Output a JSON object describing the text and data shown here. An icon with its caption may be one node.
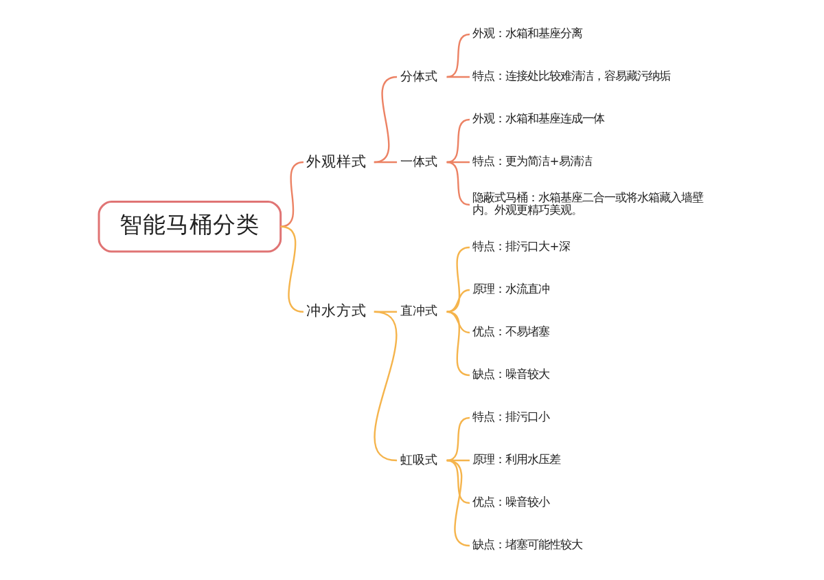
{
  "diagram": {
    "nodes": [
      {
        "text": [
          "智能马桶分类"
        ]
      },
      {
        "text": [
          "外观样式"
        ]
      },
      {
        "text": [
          "分体式"
        ]
      },
      {
        "text": [
          "外观：水箱和基座分离"
        ]
      },
      {
        "text": [
          "特点：连接处比较难清洁，容易藏污纳垢"
        ]
      },
      {
        "text": [
          "一体式"
        ]
      },
      {
        "text": [
          "外观：水箱和基座连成一体"
        ]
      },
      {
        "text": [
          "特点：更为简洁+易清洁"
        ]
      },
      {
        "text": [
          "隐蔽式马桶：水箱基座二合一或将水箱藏入墙壁内。外观更精巧美观。"
        ]
      },
      {
        "text": [
          "冲水方式"
        ]
      },
      {
        "text": [
          "直冲式"
        ]
      },
      {
        "text": [
          "特点：排污口大+深"
        ]
      },
      {
        "text": [
          "原理：水流直冲"
        ]
      },
      {
        "text": [
          "优点：不易堵塞"
        ]
      },
      {
        "text": [
          "缺点：噪音较大"
        ]
      },
      {
        "text": [
          "虹吸式"
        ]
      },
      {
        "text": [
          "特点：排污口小"
        ]
      },
      {
        "text": [
          "原理：利用水压差"
        ]
      },
      {
        "text": [
          "优点：噪音较小"
        ]
      },
      {
        "text": [
          "缺点：堵塞可能性较大"
        ]
      }
    ],
    "edges": [
      {
        "from": 0,
        "to": 1,
        "arrow": "none",
        "color": "#ec8264"
      },
      {
        "from": 1,
        "to": 2,
        "arrow": "none",
        "color": "#ec8264"
      },
      {
        "from": 2,
        "to": 3,
        "arrow": "none",
        "color": "#ec8264"
      },
      {
        "from": 2,
        "to": 4,
        "arrow": "none",
        "color": "#ec8264"
      },
      {
        "from": 1,
        "to": 5,
        "arrow": "none",
        "color": "#ec8264"
      },
      {
        "from": 5,
        "to": 6,
        "arrow": "none",
        "color": "#ec8264"
      },
      {
        "from": 5,
        "to": 7,
        "arrow": "none",
        "color": "#ec8264"
      },
      {
        "from": 5,
        "to": 8,
        "arrow": "none",
        "color": "#ec8264"
      },
      {
        "from": 0,
        "to": 9,
        "arrow": "none"
      },
      {
        "from": 9,
        "to": 10,
        "arrow": "none"
      },
      {
        "from": 10,
        "to": 11,
        "arrow": "none"
      },
      {
        "from": 10,
        "to": 12,
        "arrow": "none"
      },
      {
        "from": 10,
        "to": 13,
        "arrow": "none"
      },
      {
        "from": 10,
        "to": 14,
        "arrow": "none"
      },
      {
        "from": 9,
        "to": 15,
        "arrow": "none"
      },
      {
        "from": 15,
        "to": 16,
        "arrow": "none"
      },
      {
        "from": 15,
        "to": 17,
        "arrow": "none"
      },
      {
        "from": 15,
        "to": 18,
        "arrow": "none"
      },
      {
        "from": 15,
        "to": 19,
        "arrow": "none"
      }
    ]
  }
}
